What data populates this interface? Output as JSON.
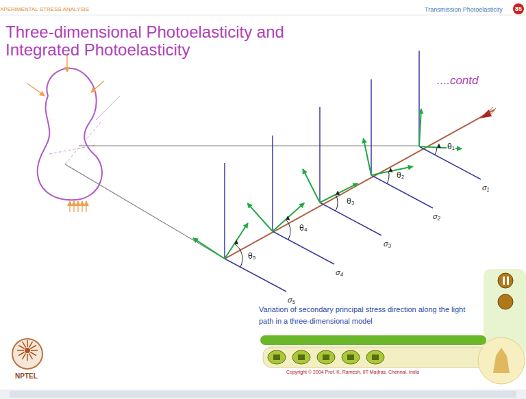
{
  "diagram": {
    "title": "Three-dimensional Photoelasticity and Integrated Photoelasticity",
    "caption": "Variation of secondary principal stress direction along the light path in a three-dimensional model",
    "labels": [
      "XPERIMENTAL STRESS ANALYSIS",
      "Transmission Photoelasticity",
      "85",
      "....contd",
      "θ₁",
      "σ₁",
      "θ₂",
      "σ₂",
      "θ₃",
      "σ₃",
      "θ₄",
      "σ₄",
      "θ₅",
      "σ₅",
      "NPTEL",
      "Copyright © 2004 Prof. K. Ramesh, IIT Madras, Chennai, India"
    ]
  }
}
